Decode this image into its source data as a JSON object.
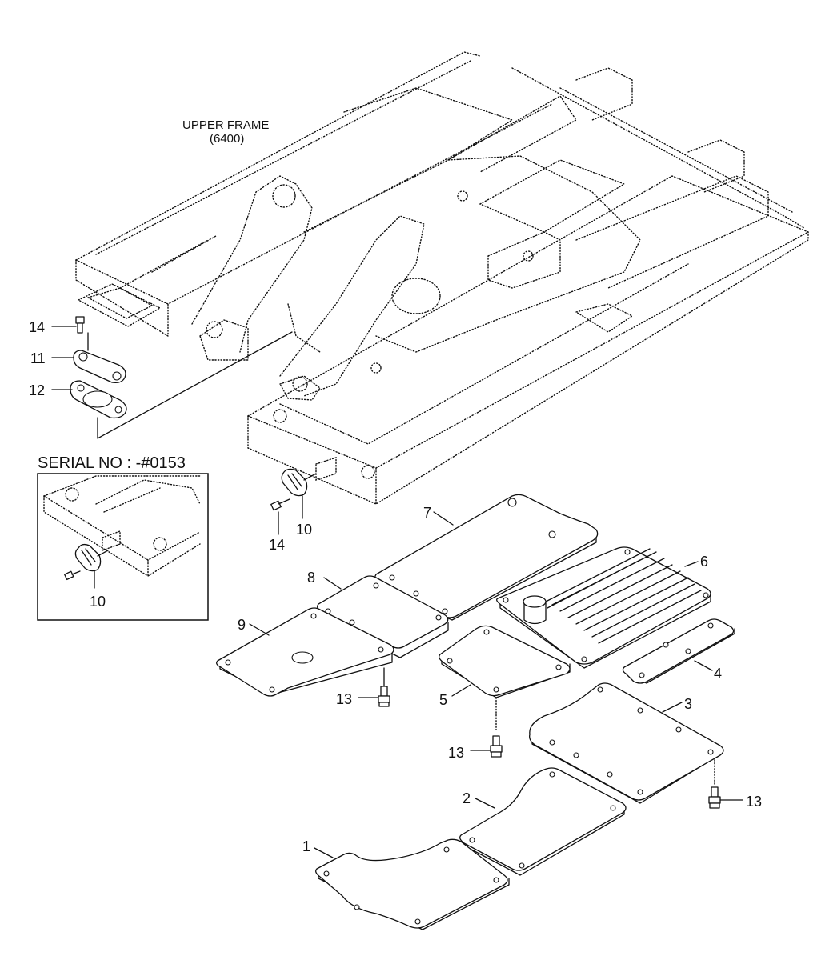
{
  "frame": {
    "title_line1": "UPPER FRAME",
    "title_line2": "(6400)"
  },
  "inset": {
    "serial": "SERIAL NO : -#0153",
    "part_label": "10"
  },
  "callouts": {
    "p1": "1",
    "p2": "2",
    "p3": "3",
    "p4": "4",
    "p5": "5",
    "p6": "6",
    "p7": "7",
    "p8": "8",
    "p9": "9",
    "p10": "10",
    "p11": "11",
    "p12": "12",
    "p13a": "13",
    "p13b": "13",
    "p13c": "13",
    "p14a": "14",
    "p14b": "14"
  }
}
